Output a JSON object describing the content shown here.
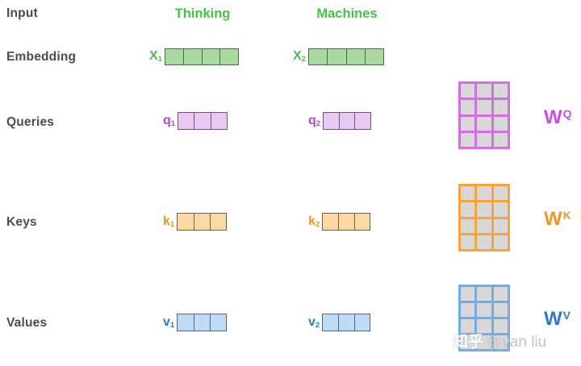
{
  "diagram": {
    "title": "self-attention vectors diagram",
    "row_labels": {
      "input": "Input",
      "embedding": "Embedding",
      "queries": "Queries",
      "keys": "Keys",
      "values": "Values"
    },
    "words": {
      "word1": "Thinking",
      "word2": "Machines",
      "color": "#47c247"
    },
    "vectors": {
      "x1": {
        "symbol": "X",
        "sub": "1",
        "cells": 4,
        "fill": "#a9dba1",
        "border": "#50644e",
        "label_color": "#55b755"
      },
      "x2": {
        "symbol": "X",
        "sub": "2",
        "cells": 4,
        "fill": "#a9dba1",
        "border": "#50644e",
        "label_color": "#55b755"
      },
      "q1": {
        "symbol": "q",
        "sub": "1",
        "cells": 3,
        "fill": "#e9c9f3",
        "border": "#6c5673",
        "label_color": "#ad4cc6"
      },
      "q2": {
        "symbol": "q",
        "sub": "2",
        "cells": 3,
        "fill": "#e9c9f3",
        "border": "#6c5673",
        "label_color": "#ad4cc6"
      },
      "k1": {
        "symbol": "k",
        "sub": "1",
        "cells": 3,
        "fill": "#fcd9a4",
        "border": "#6e5f49",
        "label_color": "#f0951f"
      },
      "k2": {
        "symbol": "k",
        "sub": "2",
        "cells": 3,
        "fill": "#fcd9a4",
        "border": "#6e5f49",
        "label_color": "#f0951f"
      },
      "v1": {
        "symbol": "v",
        "sub": "1",
        "cells": 3,
        "fill": "#bedcf6",
        "border": "#51667c",
        "label_color": "#2e7cc9"
      },
      "v2": {
        "symbol": "v",
        "sub": "2",
        "cells": 3,
        "fill": "#bedcf6",
        "border": "#51667c",
        "label_color": "#2e7cc9"
      }
    },
    "weight_matrices": {
      "wq": {
        "symbol": "W",
        "sup": "Q",
        "rows": 4,
        "cols": 3,
        "grid_color": "#d36fe3",
        "cell_fill": "#d8d8d8",
        "label_color": "#c94fe0"
      },
      "wk": {
        "symbol": "W",
        "sup": "K",
        "rows": 4,
        "cols": 3,
        "grid_color": "#f6a53c",
        "cell_fill": "#d8d8d8",
        "label_color": "#f29724"
      },
      "wv": {
        "symbol": "W",
        "sup": "V",
        "rows": 4,
        "cols": 3,
        "grid_color": "#74abe8",
        "cell_fill": "#d8d8d8",
        "label_color": "#3579c8"
      }
    },
    "watermark": {
      "brand": "知乎",
      "handle": "@yan liu"
    }
  }
}
